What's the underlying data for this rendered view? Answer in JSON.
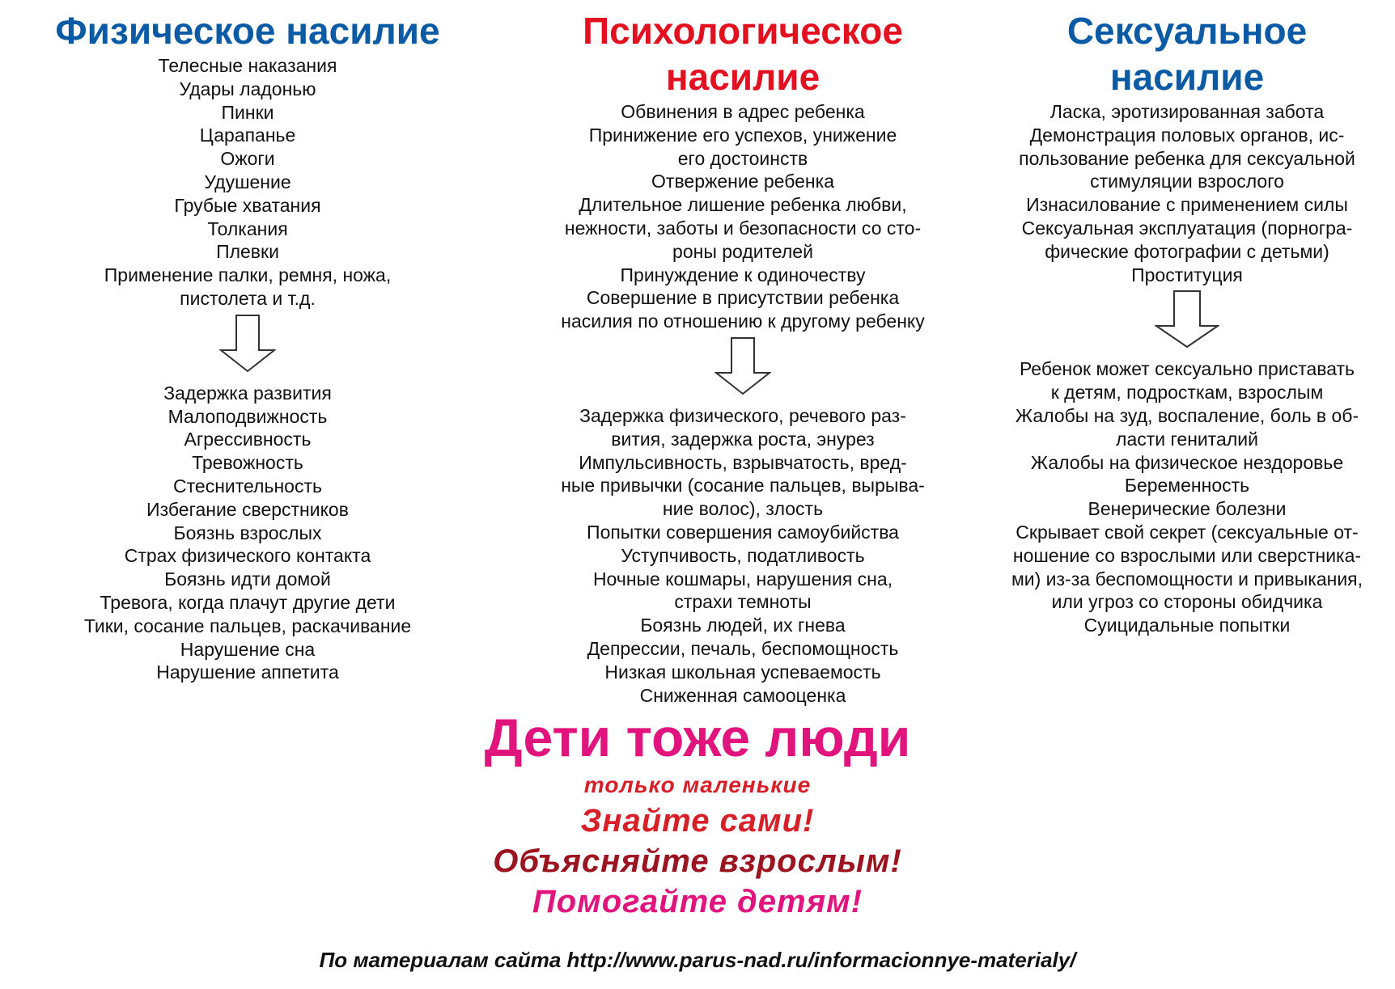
{
  "columns": {
    "physical": {
      "title": [
        "Физическое насилие"
      ],
      "forms": [
        "Телесные наказания",
        "Удары ладонью",
        "Пинки",
        "Царапанье",
        "Ожоги",
        "Удушение",
        "Грубые хватания",
        "Толкания",
        "Плевки",
        "Применение палки, ремня, ножа,",
        "пистолета и т.д."
      ],
      "signs": [
        "Задержка развития",
        "Малоподвижность",
        "Агрессивность",
        "Тревожность",
        "Стеснительность",
        "Избегание сверстников",
        "Боязнь взрослых",
        "Страх физического контакта",
        "Боязнь идти домой",
        "Тревога, когда плачут другие дети",
        "Тики, сосание пальцев, раскачивание",
        "Нарушение сна",
        "Нарушение аппетита"
      ]
    },
    "psych": {
      "title": [
        "Психологическое",
        "насилие"
      ],
      "forms": [
        "Обвинения в адрес ребенка",
        "Принижение его успехов, унижение",
        "его достоинств",
        "Отвержение ребенка",
        "Длительное лишение ребенка любви,",
        "нежности, заботы и безопасности со сто-",
        "роны родителей",
        "Принуждение к одиночеству",
        "Совершение в присутствии ребенка",
        "насилия по отношению к другому ребенку"
      ],
      "signs": [
        "Задержка физического, речевого раз-",
        "вития, задержка роста, энурез",
        "Импульсивность, взрывчатость, вред-",
        "ные привычки (сосание пальцев, вырыва-",
        "ние волос), злость",
        "Попытки совершения самоубийства",
        "Уступчивость, податливость",
        "Ночные кошмары, нарушения сна,",
        "страхи темноты",
        "Боязнь людей, их гнева",
        "Депрессии, печаль, беспомощность",
        "Низкая школьная успеваемость",
        "Сниженная самооценка"
      ]
    },
    "sexual": {
      "title": [
        "Сексуальное",
        "насилие"
      ],
      "forms": [
        "Ласка, эротизированная забота",
        "Демонстрация половых органов, ис-",
        "пользование ребенка для сексуальной",
        "стимуляции взрослого",
        "Изнасилование с применением силы",
        "Сексуальная эксплуатация (порногра-",
        "фические фотографии с детьми)",
        "Проституция"
      ],
      "signs": [
        "Ребенок может сексуально приставать",
        "к детям, подросткам, взрослым",
        "Жалобы на зуд, воспаление, боль в об-",
        "ласти гениталий",
        "Жалобы на физическое нездоровье",
        "Беременность",
        "Венерические болезни",
        "Скрывает свой секрет (сексуальные от-",
        "ношение со взрослыми или сверстника-",
        "ми) из-за беспомощности и привыкания,",
        "или угроз со стороны обидчика",
        "Суицидальные попытки"
      ]
    }
  },
  "footer": {
    "main_slogan": "Дети тоже люди",
    "small_slogan": "только маленькие",
    "line_know": "Знайте сами!",
    "line_explain": "Объясняйте взрослым!",
    "line_help": "Помогайте детям!",
    "source": "По материалам сайта http://www.parus-nad.ru/informacionnye-materialy/"
  },
  "colors": {
    "blue_title": "#0a5aa6",
    "red_title": "#e3101f",
    "magenta": "#e0147c",
    "red_slogan": "#d81f28",
    "dark_red": "#9b1420"
  },
  "icons": {
    "arrow": "down-arrow-icon"
  }
}
